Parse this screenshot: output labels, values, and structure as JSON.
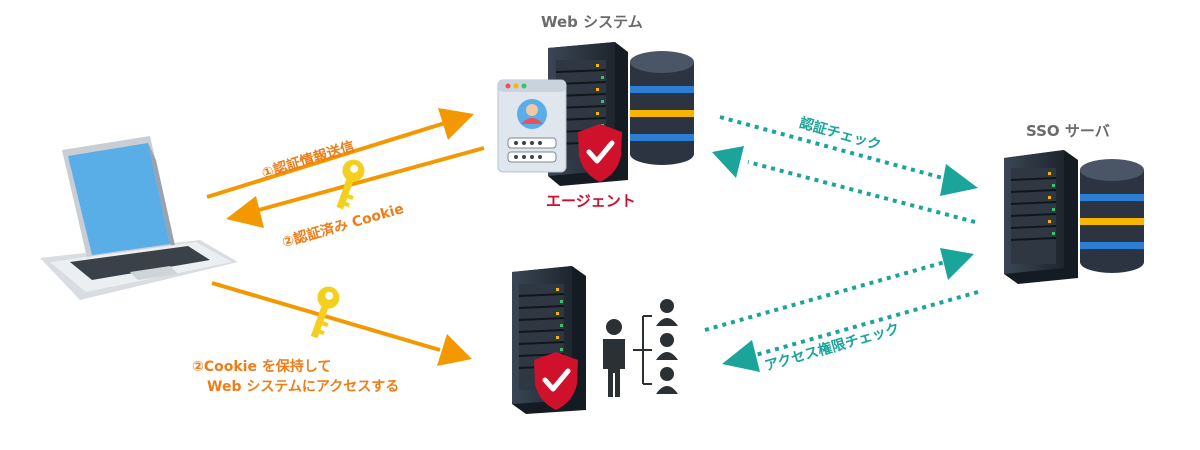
{
  "labels": {
    "web_system": "Web システム",
    "sso_server": "SSO サーバ",
    "agent": "エージェント",
    "step1_auth_info": "①認証情報送信",
    "step2_auth_cookie": "②認証済み Cookie",
    "step2_access_line1": "②Cookie を保持して",
    "step2_access_line2": "Web システムにアクセスする",
    "auth_check": "認証チェック",
    "access_check": "アクセス権限チェック"
  },
  "colors": {
    "orange_arrow": "#f39800",
    "orange_text": "#ef7d17",
    "teal": "#1aa49a",
    "agent_red": "#c8102e",
    "server_dark": "#2b3440",
    "db_blue": "#2a7fd4",
    "db_yellow": "#f7b500",
    "key_yellow": "#f5cf1e",
    "shield_red": "#d0112b",
    "laptop_screen": "#5aaee8"
  },
  "icons": [
    "laptop-icon",
    "server-rack-icon",
    "database-icon",
    "login-card-icon",
    "shield-check-icon",
    "key-icon",
    "user-group-icon"
  ]
}
